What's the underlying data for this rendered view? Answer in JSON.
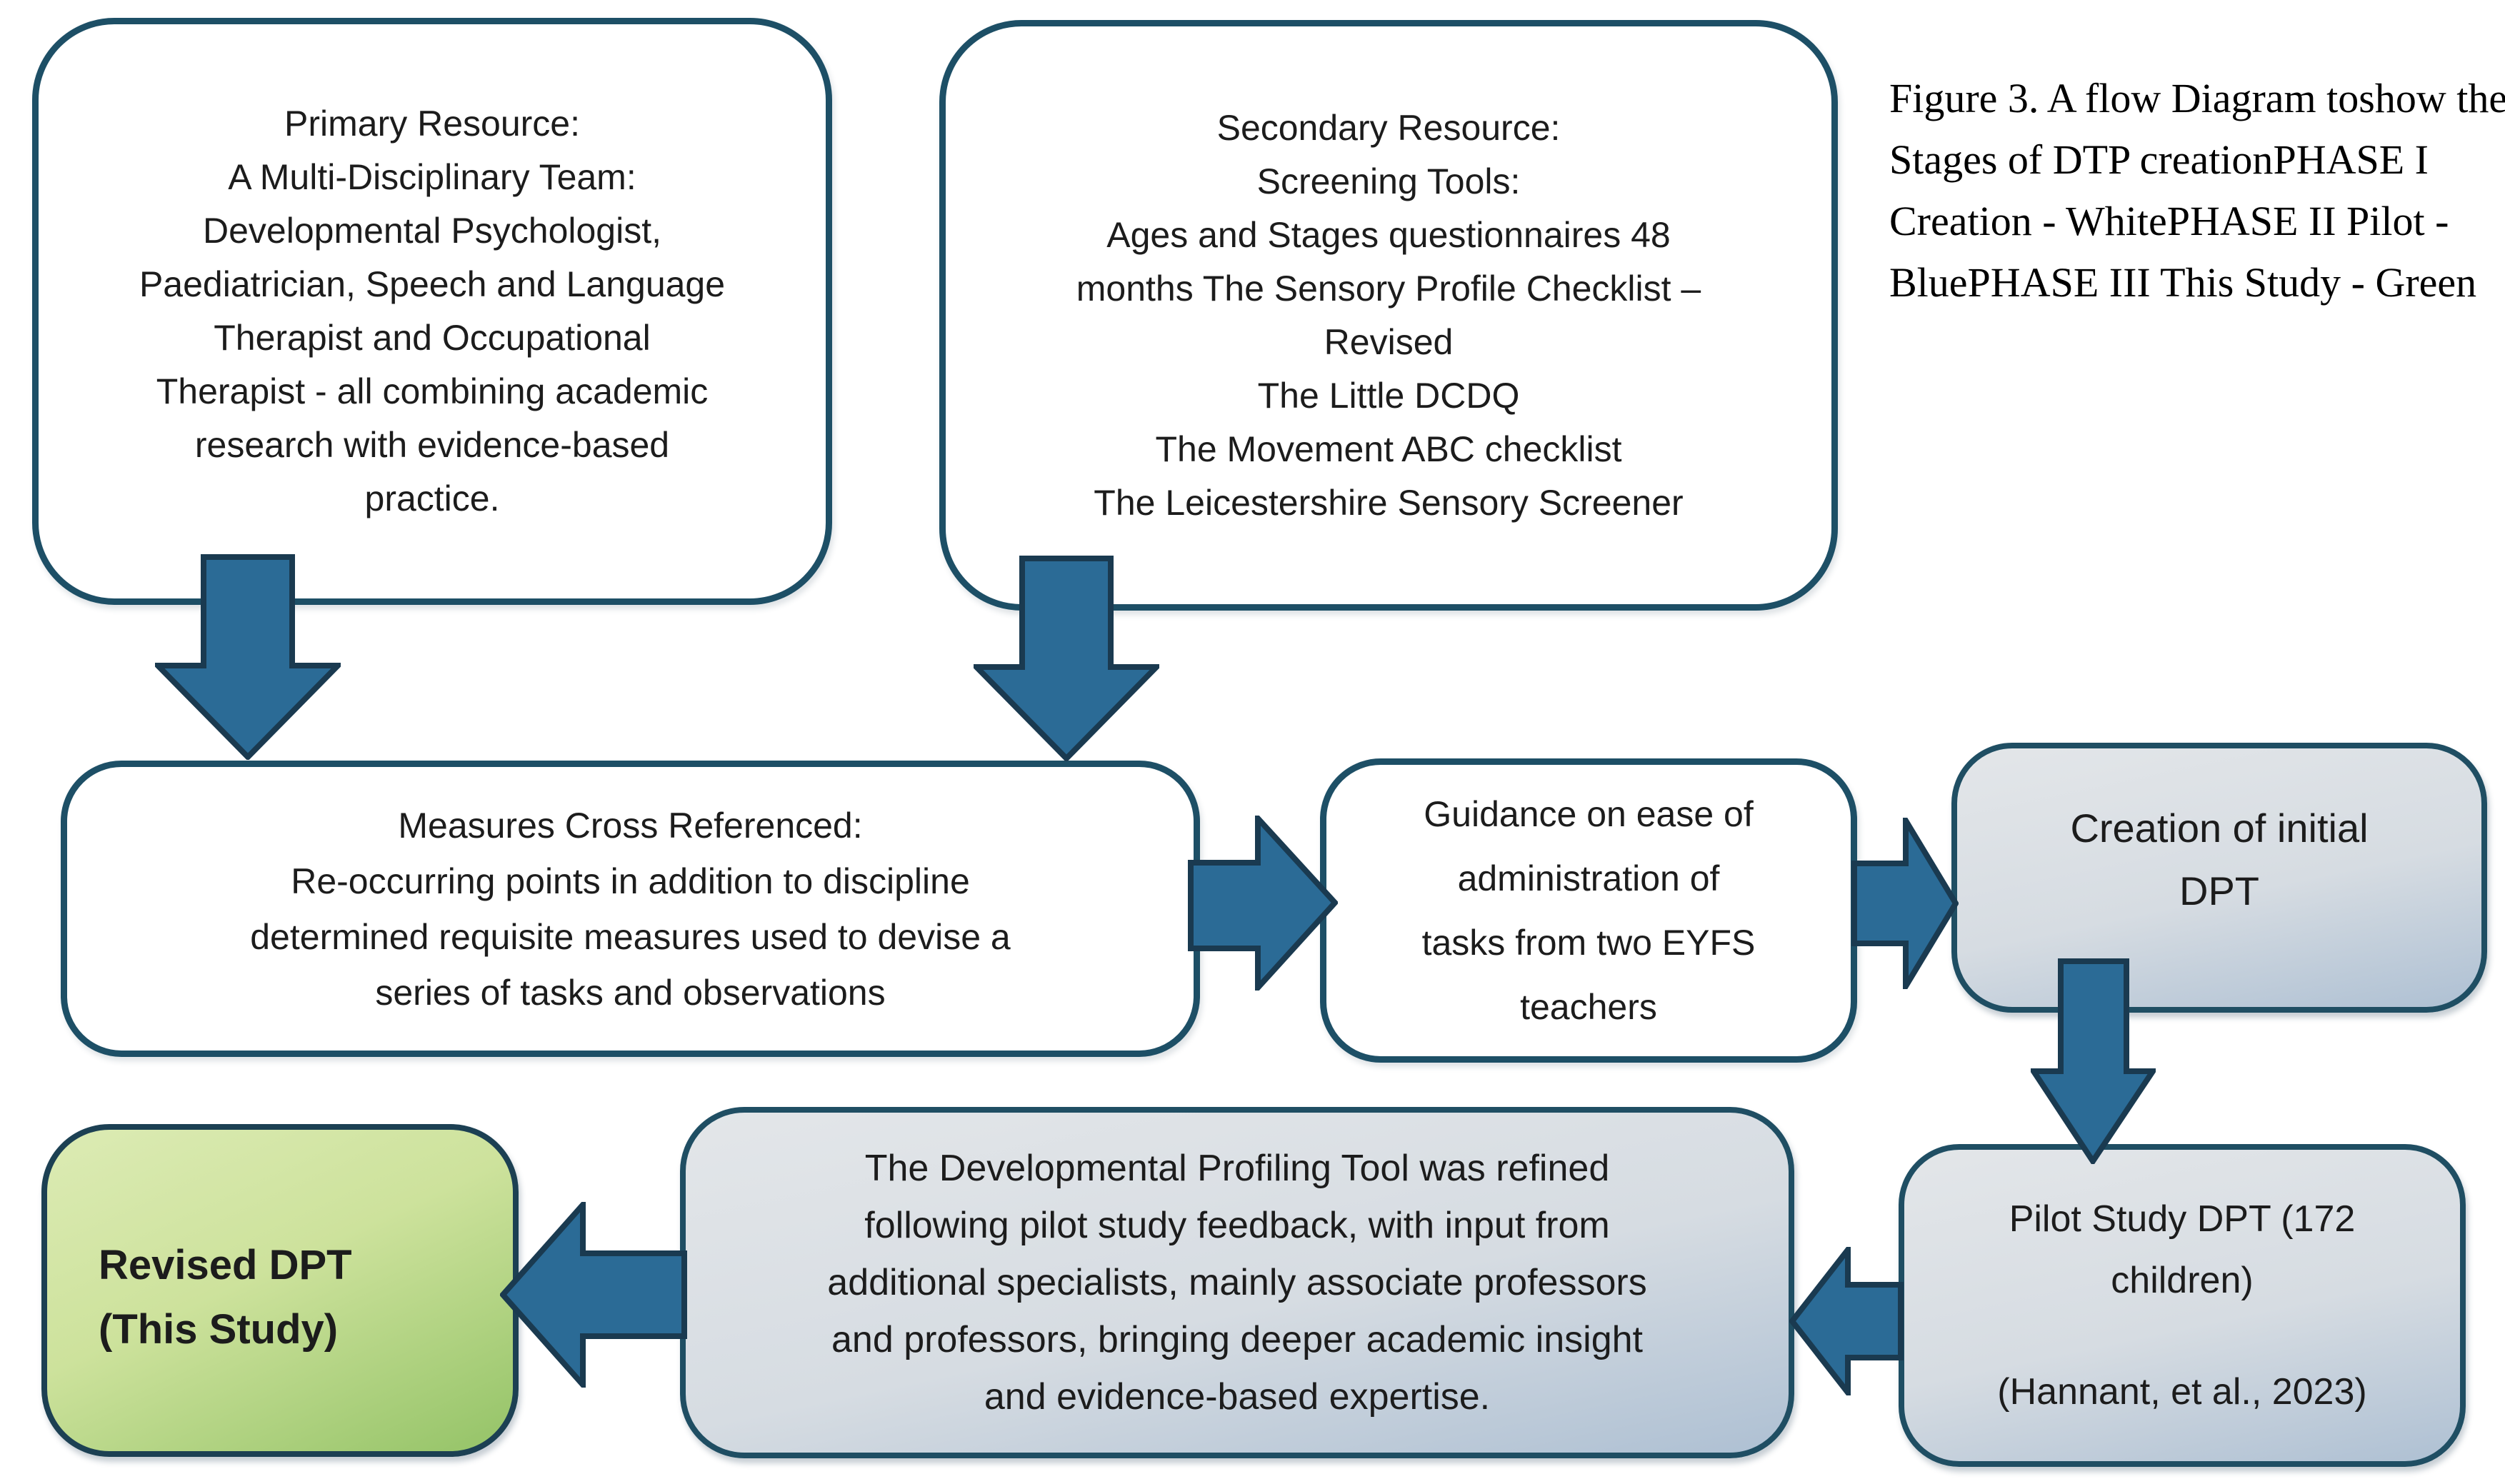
{
  "figure_caption": {
    "lines": [
      "Figure 3. A flow Diagram to",
      "show the Stages of DTP creation",
      "PHASE I Creation - White",
      "PHASE II Pilot - Blue",
      "PHASE III This Study - Green"
    ]
  },
  "boxes": {
    "primary": {
      "phase": "PHASE I (White)",
      "lines": [
        "Primary Resource:",
        "A Multi-Disciplinary Team:",
        "Developmental Psychologist,",
        "Paediatrician, Speech and Language",
        "Therapist and Occupational",
        "Therapist - all combining academic",
        "research with evidence-based",
        "practice."
      ]
    },
    "secondary": {
      "phase": "PHASE I (White)",
      "lines": [
        "Secondary Resource:",
        "Screening Tools:",
        "Ages and Stages questionnaires 48",
        "months The Sensory Profile Checklist –",
        "Revised",
        "The Little DCDQ",
        "The Movement ABC checklist",
        "The Leicestershire Sensory Screener"
      ]
    },
    "measures": {
      "phase": "PHASE I (White)",
      "lines": [
        "Measures Cross Referenced:",
        "Re-occurring points in addition to discipline",
        "determined requisite measures used to devise a",
        "series of tasks and observations"
      ]
    },
    "guidance": {
      "phase": "PHASE I (White)",
      "lines": [
        "Guidance on ease of",
        "administration of",
        "tasks from two EYFS",
        "teachers"
      ]
    },
    "creation": {
      "phase": "PHASE II (Blue)",
      "lines": [
        "Creation of initial",
        "DPT"
      ]
    },
    "pilot": {
      "phase": "PHASE II (Blue)",
      "lines": [
        "Pilot Study DPT (172",
        "children)",
        "(Hannant, et al., 2023)"
      ]
    },
    "refined": {
      "phase": "PHASE II (Blue)",
      "lines": [
        "The Developmental Profiling Tool was refined",
        "following pilot study feedback, with input from",
        "additional specialists, mainly associate professors",
        "and professors, bringing deeper academic insight",
        "and evidence-based expertise."
      ]
    },
    "revised": {
      "phase": "PHASE III (Green)",
      "lines": [
        "Revised DPT",
        "(This Study)"
      ]
    }
  },
  "arrows": [
    {
      "name": "arrow-primary-to-measures",
      "direction": "down"
    },
    {
      "name": "arrow-secondary-to-measures",
      "direction": "down"
    },
    {
      "name": "arrow-measures-to-guidance",
      "direction": "right"
    },
    {
      "name": "arrow-guidance-to-creation",
      "direction": "right"
    },
    {
      "name": "arrow-creation-to-pilot",
      "direction": "down"
    },
    {
      "name": "arrow-pilot-to-refined",
      "direction": "left"
    },
    {
      "name": "arrow-refined-to-revised",
      "direction": "left"
    }
  ],
  "colors": {
    "arrow-fill": "#2b6b96",
    "arrow-stroke": "#1a3a50",
    "white-box-bg": "#ffffff",
    "white-box-border": "#1d4f66",
    "blue-box-border": "#1f4e63",
    "blue-grad-a": "#e3e6e9",
    "blue-grad-b": "#d6dce2",
    "blue-grad-c": "#aec0d3",
    "green-box-border": "#1c4053",
    "green-grad-a": "#dcebb4",
    "green-grad-b": "#cde29c",
    "green-grad-c": "#94c367",
    "text-color": "#1c1c1c"
  }
}
